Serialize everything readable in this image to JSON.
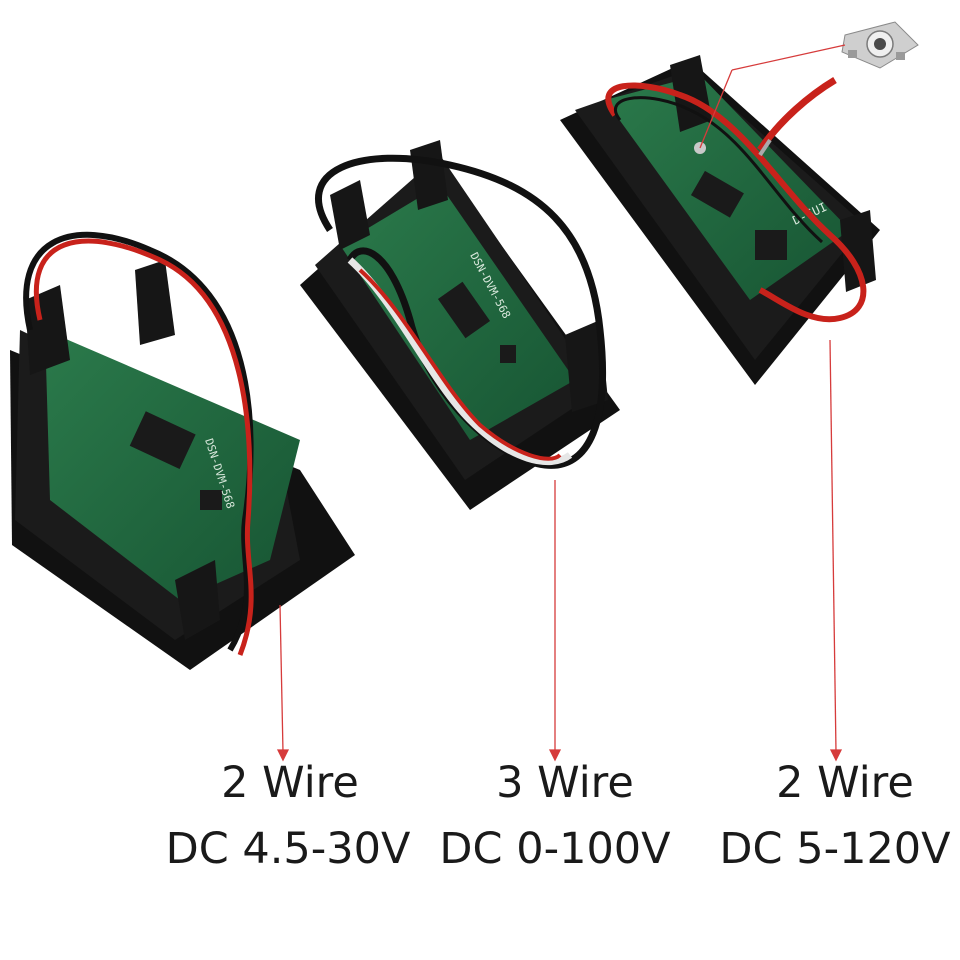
{
  "modules": [
    {
      "wire_label": "2 Wire",
      "voltage_label": "DC 4.5-30V",
      "pcb_marking": "DSN-DVM-568"
    },
    {
      "wire_label": "3 Wire",
      "voltage_label": "DC 0-100V",
      "pcb_marking": "DSN-DVM-568"
    },
    {
      "wire_label": "2 Wire",
      "voltage_label": "DC 5-120V",
      "pcb_marking": "D-SUI"
    }
  ],
  "colors": {
    "background": "#ffffff",
    "housing": "#151515",
    "pcb": "#1f6a3e",
    "wire_red": "#c8221b",
    "wire_black": "#111111",
    "wire_white": "#e6e6e6",
    "leader_line": "#d63b3b"
  },
  "detail_component": "potentiometer"
}
